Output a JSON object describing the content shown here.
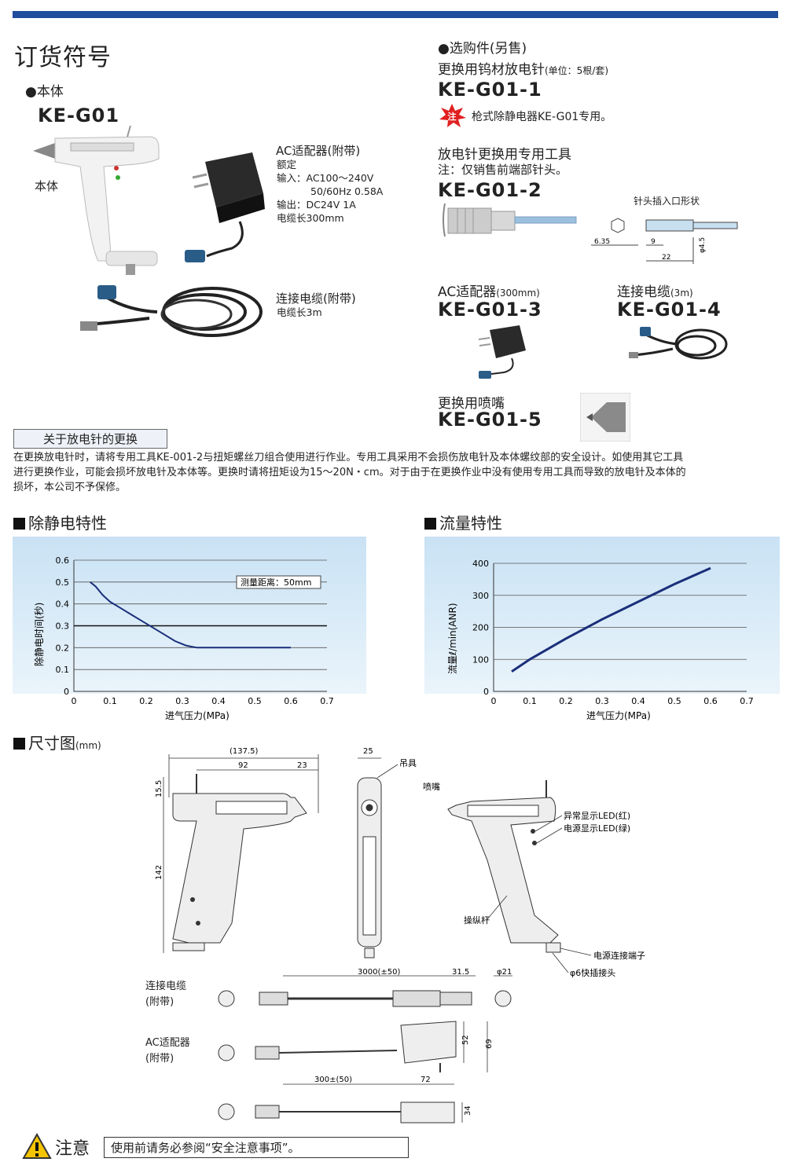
{
  "header": {
    "title": "订货符号"
  },
  "main_body": {
    "bullet": "●本体",
    "model": "KE-G01",
    "body_label": "本体"
  },
  "adapter": {
    "title": "AC适配器(附带)",
    "lines": [
      "额定",
      "输入：AC100～240V",
      "50/60Hz 0.58A",
      "输出：DC24V 1A",
      "电缆长300mm"
    ]
  },
  "cable": {
    "title": "连接电缆(附带)",
    "line": "电缆长3m"
  },
  "options": {
    "bullet": "●选购件(另售)",
    "item1": {
      "title": "更换用钨材放电针",
      "unit": "(单位：5根/套)",
      "model": "KE-G01-1",
      "note_icon": "注",
      "note": "枪式除静电器KE-G01专用。"
    },
    "item2": {
      "title": "放电针更换用专用工具",
      "note": "注：仅销售前端部针头。",
      "model": "KE-G01-2",
      "shape_label": "针头插入口形状",
      "dims": [
        "6.35",
        "9",
        "22",
        "φ4.5"
      ]
    },
    "item3": {
      "title": "AC适配器",
      "sub": "(300mm)",
      "model": "KE-G01-3"
    },
    "item4": {
      "title": "连接电缆",
      "sub": "(3m)",
      "model": "KE-G01-4"
    },
    "item5": {
      "title": "更换用喷嘴",
      "model": "KE-G01-5"
    }
  },
  "replace": {
    "heading": "关于放电针的更换",
    "lines": [
      "在更换放电针时，请将专用工具KE-001-2与扭矩螺丝刀组合使用进行作业。专用工具采用不会损伤放电针及本体螺纹部的安全设计。如使用其它工具",
      "进行更换作业，可能会损坏放电针及本体等。更换时请将扭矩设为15～20N・cm。对于由于在更换作业中没有使用专用工具而导致的放电针及本体的",
      "损坏，本公司不予保修。"
    ]
  },
  "sections": {
    "static": "除静电特性",
    "flow": "流量特性",
    "dims": "尺寸图",
    "dims_unit": "(mm)"
  },
  "chart_data": [
    {
      "type": "line",
      "xlabel": "进气压力(MPa)",
      "ylabel": "除静电时间(秒)",
      "annotation": "测量距离：50mm",
      "xlim": [
        0,
        0.7
      ],
      "ylim": [
        0,
        0.6
      ],
      "xticks": [
        "0",
        "0.1",
        "0.2",
        "0.3",
        "0.4",
        "0.5",
        "0.6",
        "0.7"
      ],
      "yticks": [
        "0",
        "0.1",
        "0.2",
        "0.3",
        "0.4",
        "0.5",
        "0.6"
      ],
      "x": [
        0.045,
        0.06,
        0.08,
        0.1,
        0.13,
        0.16,
        0.2,
        0.24,
        0.28,
        0.31,
        0.34,
        0.4,
        0.5,
        0.6
      ],
      "y": [
        0.5,
        0.48,
        0.44,
        0.41,
        0.38,
        0.35,
        0.31,
        0.27,
        0.23,
        0.21,
        0.2,
        0.2,
        0.2,
        0.2
      ],
      "color": "#1a2f7a"
    },
    {
      "type": "line",
      "xlabel": "进气压力(MPa)",
      "ylabel": "流量ℓ/min(ANR)",
      "xlim": [
        0,
        0.7
      ],
      "ylim": [
        0,
        400
      ],
      "xticks": [
        "0",
        "0.1",
        "0.2",
        "0.3",
        "0.4",
        "0.5",
        "0.6",
        "0.7"
      ],
      "yticks": [
        "0",
        "100",
        "200",
        "300",
        "400"
      ],
      "x": [
        0.05,
        0.1,
        0.2,
        0.3,
        0.4,
        0.5,
        0.6
      ],
      "y": [
        62,
        100,
        165,
        225,
        280,
        335,
        385
      ],
      "color": "#1a2f7a"
    }
  ],
  "dimensions": {
    "side": [
      "(137.5)",
      "92",
      "23",
      "15.5",
      "142"
    ],
    "front": [
      "25"
    ],
    "labels": {
      "hook": "吊具",
      "nozzle": "喷嘴",
      "led_err": "异常显示LED(红)",
      "led_pwr": "电源显示LED(绿)",
      "lever": "操纵杆",
      "terminal": "电源连接端子",
      "quick": "φ6快插接头"
    },
    "cable_label": [
      "连接电缆",
      "(附带)"
    ],
    "cable_dims": [
      "3000(±50)",
      "31.5",
      "φ21"
    ],
    "adapter_label": [
      "AC适配器",
      "(附带)"
    ],
    "adapter_dims": [
      "52",
      "69",
      "300±(50)",
      "72",
      "34"
    ]
  },
  "caution": {
    "title": "注意",
    "text": "使用前请务必参阅“安全注意事项”。"
  }
}
